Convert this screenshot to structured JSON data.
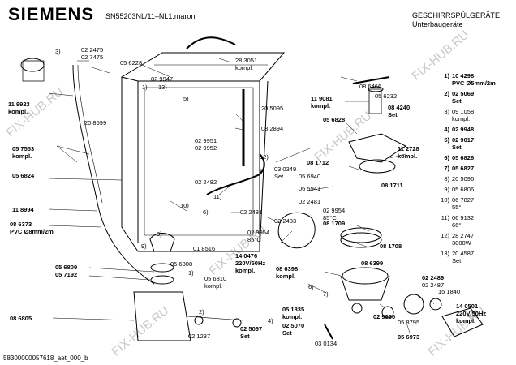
{
  "header": {
    "brand": "SIEMENS",
    "model": "SN55203NL/11–NL1,maron",
    "title_line1": "GESCHIRRSPÜLGERÄTE",
    "title_line2": "Unterbaugeräte"
  },
  "footer": {
    "code": "58300000057618_aet_000_b"
  },
  "watermark": "FIX-HUB.RU",
  "labels": {
    "l3": "3)",
    "p1": "02 2475",
    "p2": "02 7475",
    "p3": "05 6228",
    "p4": "28 3051",
    "p4b": "kompl.",
    "p5": "02 9947",
    "p6": "1)",
    "p7": "13)",
    "p8": "11 9923",
    "p8b": "kompl.",
    "p9": "5)",
    "p10": "20 5095",
    "p11": "20 8699",
    "p12": "02 9951",
    "p13": "02 9952",
    "p14": "08 2894",
    "p15": "05 7553",
    "p15b": "kompl.",
    "p16": "05 6824",
    "p17": "12)",
    "p18": "03 0349",
    "p18b": "Set",
    "p19": "02 2482",
    "p20": "11)",
    "p21": "10)",
    "p22": "6)",
    "p23": "02 2481",
    "p24": "11 8994",
    "p25": "02 2483",
    "p26": "8)",
    "p27": "02 9954",
    "p27b": "85°C",
    "p28": "08 6373",
    "p28b": "PVC Ø8mm/2m",
    "p29": "9)",
    "p30": "01 8516",
    "p31": "14 0476",
    "p31b": "220V/50Hz",
    "p31c": "kompl.",
    "p32": "05 6809",
    "p33": "05 7192",
    "p34": "05 6808",
    "p35": "1)",
    "p36": "05 6810",
    "p36b": "kompl.",
    "p37": "08 6805",
    "p38": "2)",
    "p39": "02 1237",
    "p40": "02 5067",
    "p40b": "Set",
    "p41": "05 1835",
    "p41b": "kompl.",
    "p42": "4)",
    "p43": "02 5070",
    "p43b": "Set",
    "p44": "03 0134",
    "p45": "08 6466",
    "p46": "11 9081",
    "p46b": "kompl.",
    "p47": "05 6232",
    "p48": "08 4240",
    "p48b": "Set",
    "p49": "05 6828",
    "p50": "11 2728",
    "p50b": "kompl.",
    "p51": "08 1712",
    "p52": "05 6940",
    "p53": "08 1711",
    "p54": "06 5941",
    "p55": "02 2481",
    "p56": "02 9954",
    "p56b": "85°C",
    "p57": "08 1709",
    "p58": "08 1708",
    "p59": "08 6398",
    "p59b": "kompl.",
    "p60": "08 6399",
    "p61": "6)",
    "p62": "7)",
    "p63": "02 2489",
    "p64": "02 2487",
    "p65": "15 1840",
    "p66": "02 9950",
    "p67": "05 8795",
    "p68": "14 0501",
    "p68b": "220V/50Hz",
    "p68c": "kompl.",
    "p69": "05 6973"
  },
  "legend": [
    {
      "n": "1)",
      "v": "10 4298",
      "x": "PVC Ø5mm/2m",
      "bold": true
    },
    {
      "n": "2)",
      "v": "02 5069",
      "x": "Set",
      "bold": true
    },
    {
      "n": "3)",
      "v": "09 1058",
      "x": "kompl.",
      "bold": false
    },
    {
      "n": "4)",
      "v": "02 9948",
      "x": "",
      "bold": true
    },
    {
      "n": "5)",
      "v": "02 9017",
      "x": "Set",
      "bold": true
    },
    {
      "n": "6)",
      "v": "05 6826",
      "x": "",
      "bold": true
    },
    {
      "n": "7)",
      "v": "05 6827",
      "x": "",
      "bold": true
    },
    {
      "n": "8)",
      "v": "20 5096",
      "x": "",
      "bold": false
    },
    {
      "n": "9)",
      "v": "05 6806",
      "x": "",
      "bold": false
    },
    {
      "n": "10)",
      "v": "06 7827",
      "x": "55°",
      "bold": false
    },
    {
      "n": "11)",
      "v": "06 9132",
      "x": "66°",
      "bold": false
    },
    {
      "n": "12)",
      "v": "28 2747",
      "x": "3000W",
      "bold": false
    },
    {
      "n": "13)",
      "v": "20 4587",
      "x": "Set",
      "bold": false
    }
  ]
}
